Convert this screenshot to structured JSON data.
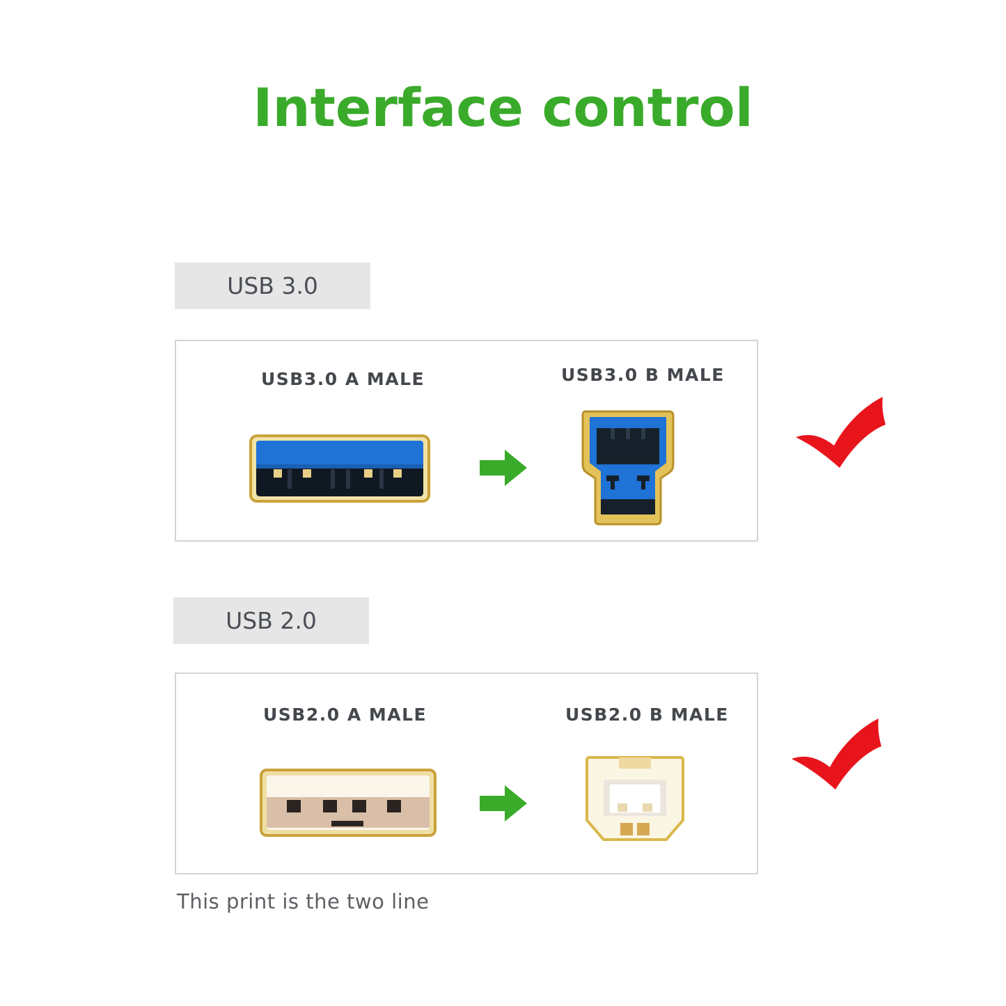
{
  "title": "Interface control",
  "sections": [
    {
      "tab_label": "USB 3.0",
      "connector_a": {
        "label": "USB3.0 A MALE",
        "icon": "usb3-a-male-connector-icon"
      },
      "connector_b": {
        "label": "USB3.0 B MALE",
        "icon": "usb3-b-male-connector-icon"
      },
      "arrow_icon": "right-arrow-icon",
      "status_icon": "checkmark-icon"
    },
    {
      "tab_label": "USB 2.0",
      "connector_a": {
        "label": "USB2.0 A MALE",
        "icon": "usb2-a-male-connector-icon"
      },
      "connector_b": {
        "label": "USB2.0 B MALE",
        "icon": "usb2-b-male-connector-icon"
      },
      "arrow_icon": "right-arrow-icon",
      "status_icon": "checkmark-icon"
    }
  ],
  "footnote": "This print is the two line",
  "colors": {
    "title": "#3aaa2a",
    "arrow": "#3aaa2a",
    "check": "#e8141c",
    "usb3_blue": "#1f72d6",
    "gold": "#d9b23a",
    "tab_bg": "#e6e6e6"
  }
}
